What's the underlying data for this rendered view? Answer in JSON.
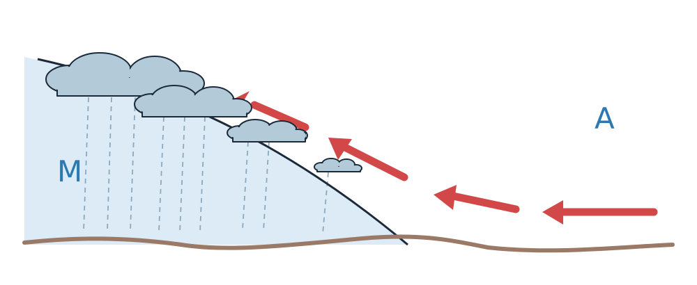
{
  "labels": {
    "left_region": "M",
    "right_region": "A"
  },
  "colors": {
    "background": "#ffffff",
    "cold_air_mass": "#ddebf7",
    "front_line": "#1b2a3a",
    "cloud_fill": "#b3cbd9",
    "cloud_outline": "#1b2a3a",
    "rain": "#8aa9bf",
    "warm_air_arrow": "#d24848",
    "ground": "#9a7a66",
    "label": "#2c78b0"
  },
  "icons": [
    "cloud-icon",
    "rain-streak",
    "warm-air-arrow"
  ]
}
